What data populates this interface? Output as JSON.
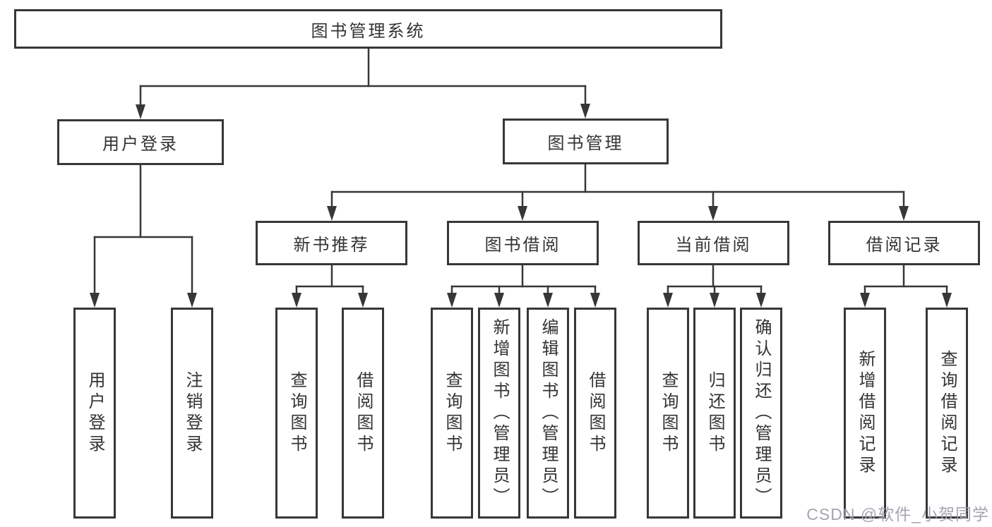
{
  "diagram": {
    "title": "图书管理系统",
    "nodes": {
      "root": {
        "label": "图书管理系统"
      },
      "user_login": {
        "label": "用户登录"
      },
      "book_management": {
        "label": "图书管理"
      },
      "new_book_recommend": {
        "label": "新书推荐"
      },
      "book_borrowing": {
        "label": "图书借阅"
      },
      "current_borrowing": {
        "label": "当前借阅"
      },
      "borrowing_records": {
        "label": "借阅记录"
      },
      "leaves": {
        "user_login_leaf": {
          "label": "用户登录"
        },
        "logout": {
          "label": "注销登录"
        },
        "query_book_1": {
          "label": "查询图书"
        },
        "borrow_book_1": {
          "label": "借阅图书"
        },
        "query_book_2": {
          "label": "查询图书"
        },
        "add_book_admin": {
          "label": "新增图书（管理员）"
        },
        "edit_book_admin": {
          "label": "编辑图书（管理员）"
        },
        "borrow_book_2": {
          "label": "借阅图书"
        },
        "query_book_3": {
          "label": "查询图书"
        },
        "return_book": {
          "label": "归还图书"
        },
        "confirm_return_admin": {
          "label": "确认归还（管理员）"
        },
        "add_borrow_record": {
          "label": "新增借阅记录"
        },
        "query_borrow_record": {
          "label": "查询借阅记录"
        }
      }
    },
    "edges": [
      "图书管理系统 → 用户登录",
      "图书管理系统 → 图书管理",
      "用户登录 → 用户登录",
      "用户登录 → 注销登录",
      "图书管理 → 新书推荐",
      "图书管理 → 图书借阅",
      "图书管理 → 当前借阅",
      "图书管理 → 借阅记录",
      "新书推荐 → 查询图书",
      "新书推荐 → 借阅图书",
      "图书借阅 → 查询图书",
      "图书借阅 → 新增图书（管理员）",
      "图书借阅 → 编辑图书（管理员）",
      "图书借阅 → 借阅图书",
      "当前借阅 → 查询图书",
      "当前借阅 → 归还图书",
      "当前借阅 → 确认归还（管理员）",
      "借阅记录 → 新增借阅记录",
      "借阅记录 → 查询借阅记录"
    ],
    "watermark": "CSDN @软件_小贺同学",
    "colors": {
      "line": "#373737",
      "text": "#333333",
      "background": "#ffffff",
      "watermark": "#a0a0ac"
    }
  }
}
